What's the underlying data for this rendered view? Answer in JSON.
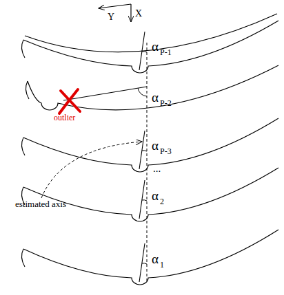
{
  "diagram": {
    "labels": [
      "Y",
      "X",
      "α",
      "P-1",
      "α",
      "P-2",
      "outlier",
      "α",
      "P-3",
      "...",
      "α",
      "2",
      "estimated axis",
      "α",
      "1"
    ]
  }
}
